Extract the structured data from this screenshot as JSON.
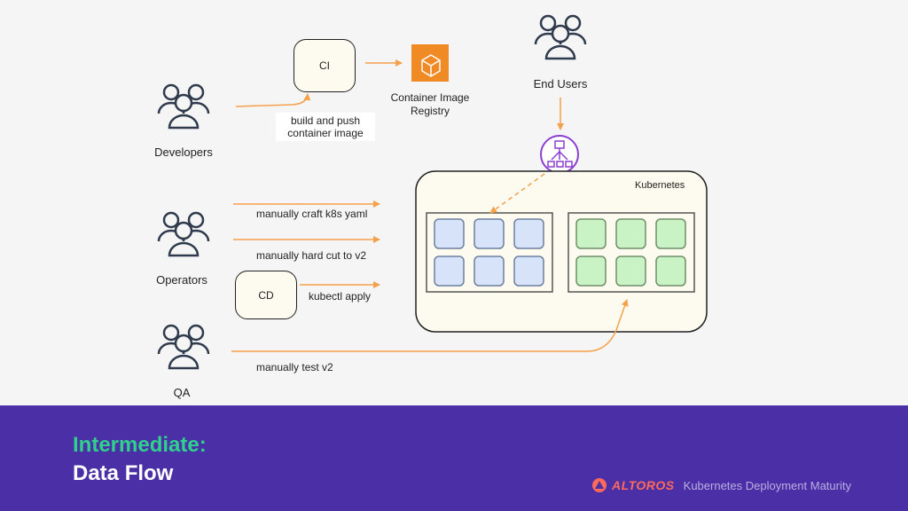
{
  "actors": {
    "developers": "Developers",
    "operators": "Operators",
    "qa": "QA",
    "end_users": "End Users"
  },
  "nodes": {
    "ci": "CI",
    "cd": "CD",
    "registry": "Container Image Registry",
    "kubernetes": "Kubernetes"
  },
  "edges": {
    "build_push": "build and push container image",
    "craft_yaml": "manually craft k8s yaml",
    "hard_cut": "manually hard cut to v2",
    "kubectl_apply": "kubectl apply",
    "test_v2": "manually test v2"
  },
  "footer": {
    "title_line1": "Intermediate:",
    "title_line2": "Data Flow",
    "brand": "ALTOROS",
    "subtitle": "Kubernetes Deployment Maturity"
  },
  "colors": {
    "arrow": "#f5a04a",
    "footer_bg": "#4a2fa6",
    "title_accent": "#2fd18c",
    "blue_pod": "#d7e3f8",
    "green_pod": "#c9f3c4",
    "registry_orange": "#f08a24",
    "lb_purple": "#8a3fd1"
  },
  "icons": [
    "people-icon",
    "container-registry-icon",
    "load-balancer-icon",
    "altoros-logo-icon"
  ]
}
